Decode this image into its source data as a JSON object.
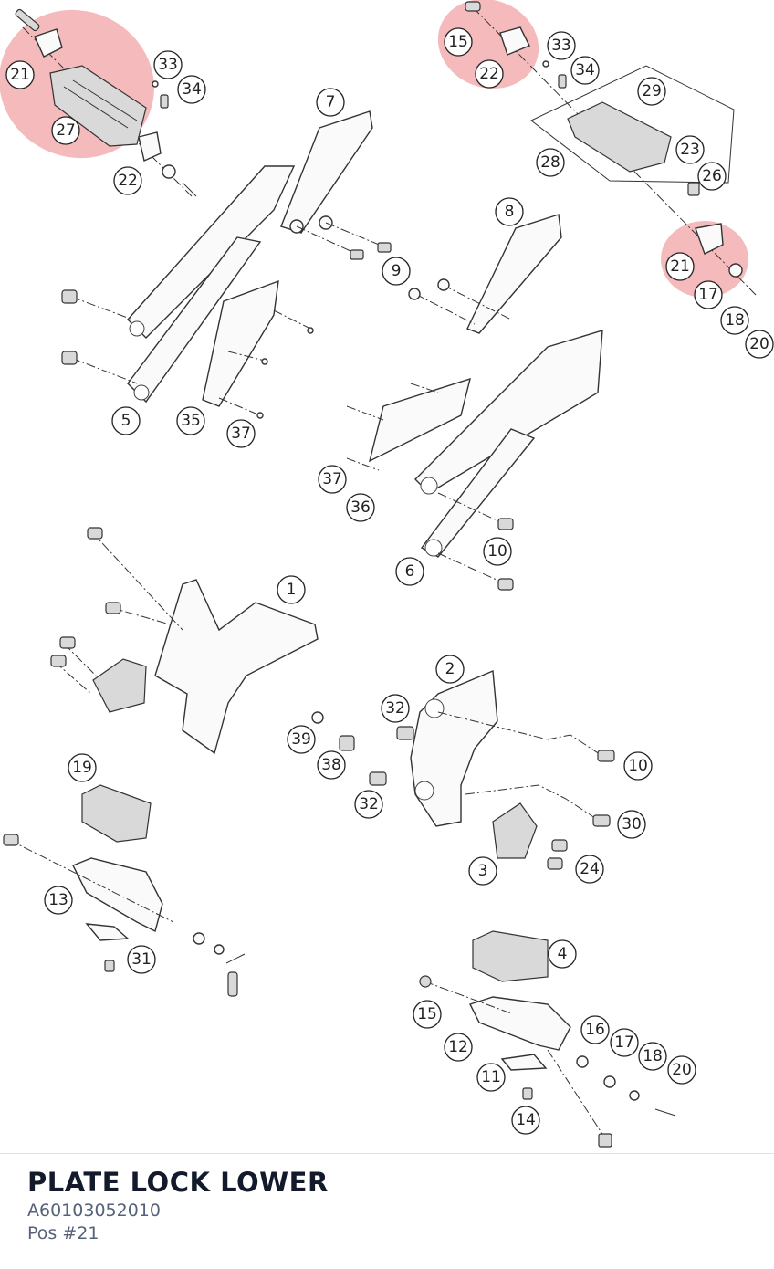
{
  "part": {
    "name": "PLATE LOCK LOWER",
    "number": "A60103052010",
    "position": "Pos #21"
  },
  "highlight_color": "#e0292d",
  "callouts": {
    "c21a": "21",
    "c27": "27",
    "c33a": "33",
    "c34a": "34",
    "c22a": "22",
    "c7": "7",
    "c15a": "15",
    "c22b": "22",
    "c33b": "33",
    "c34b": "34",
    "c29": "29",
    "c23": "23",
    "c26": "26",
    "c28": "28",
    "c21b": "21",
    "c17a": "17",
    "c18a": "18",
    "c20a": "20",
    "c8": "8",
    "c9": "9",
    "c5": "5",
    "c35": "35",
    "c37a": "37",
    "c37b": "37",
    "c36": "36",
    "c10a": "10",
    "c6": "6",
    "c1": "1",
    "c2": "2",
    "c32a": "32",
    "c39": "39",
    "c38": "38",
    "c10b": "10",
    "c32b": "32",
    "c30": "30",
    "c3": "3",
    "c24": "24",
    "c19": "19",
    "c13": "13",
    "c31": "31",
    "c4": "4",
    "c15b": "15",
    "c16": "16",
    "c17b": "17",
    "c18b": "18",
    "c20b": "20",
    "c12": "12",
    "c11": "11",
    "c14": "14"
  }
}
